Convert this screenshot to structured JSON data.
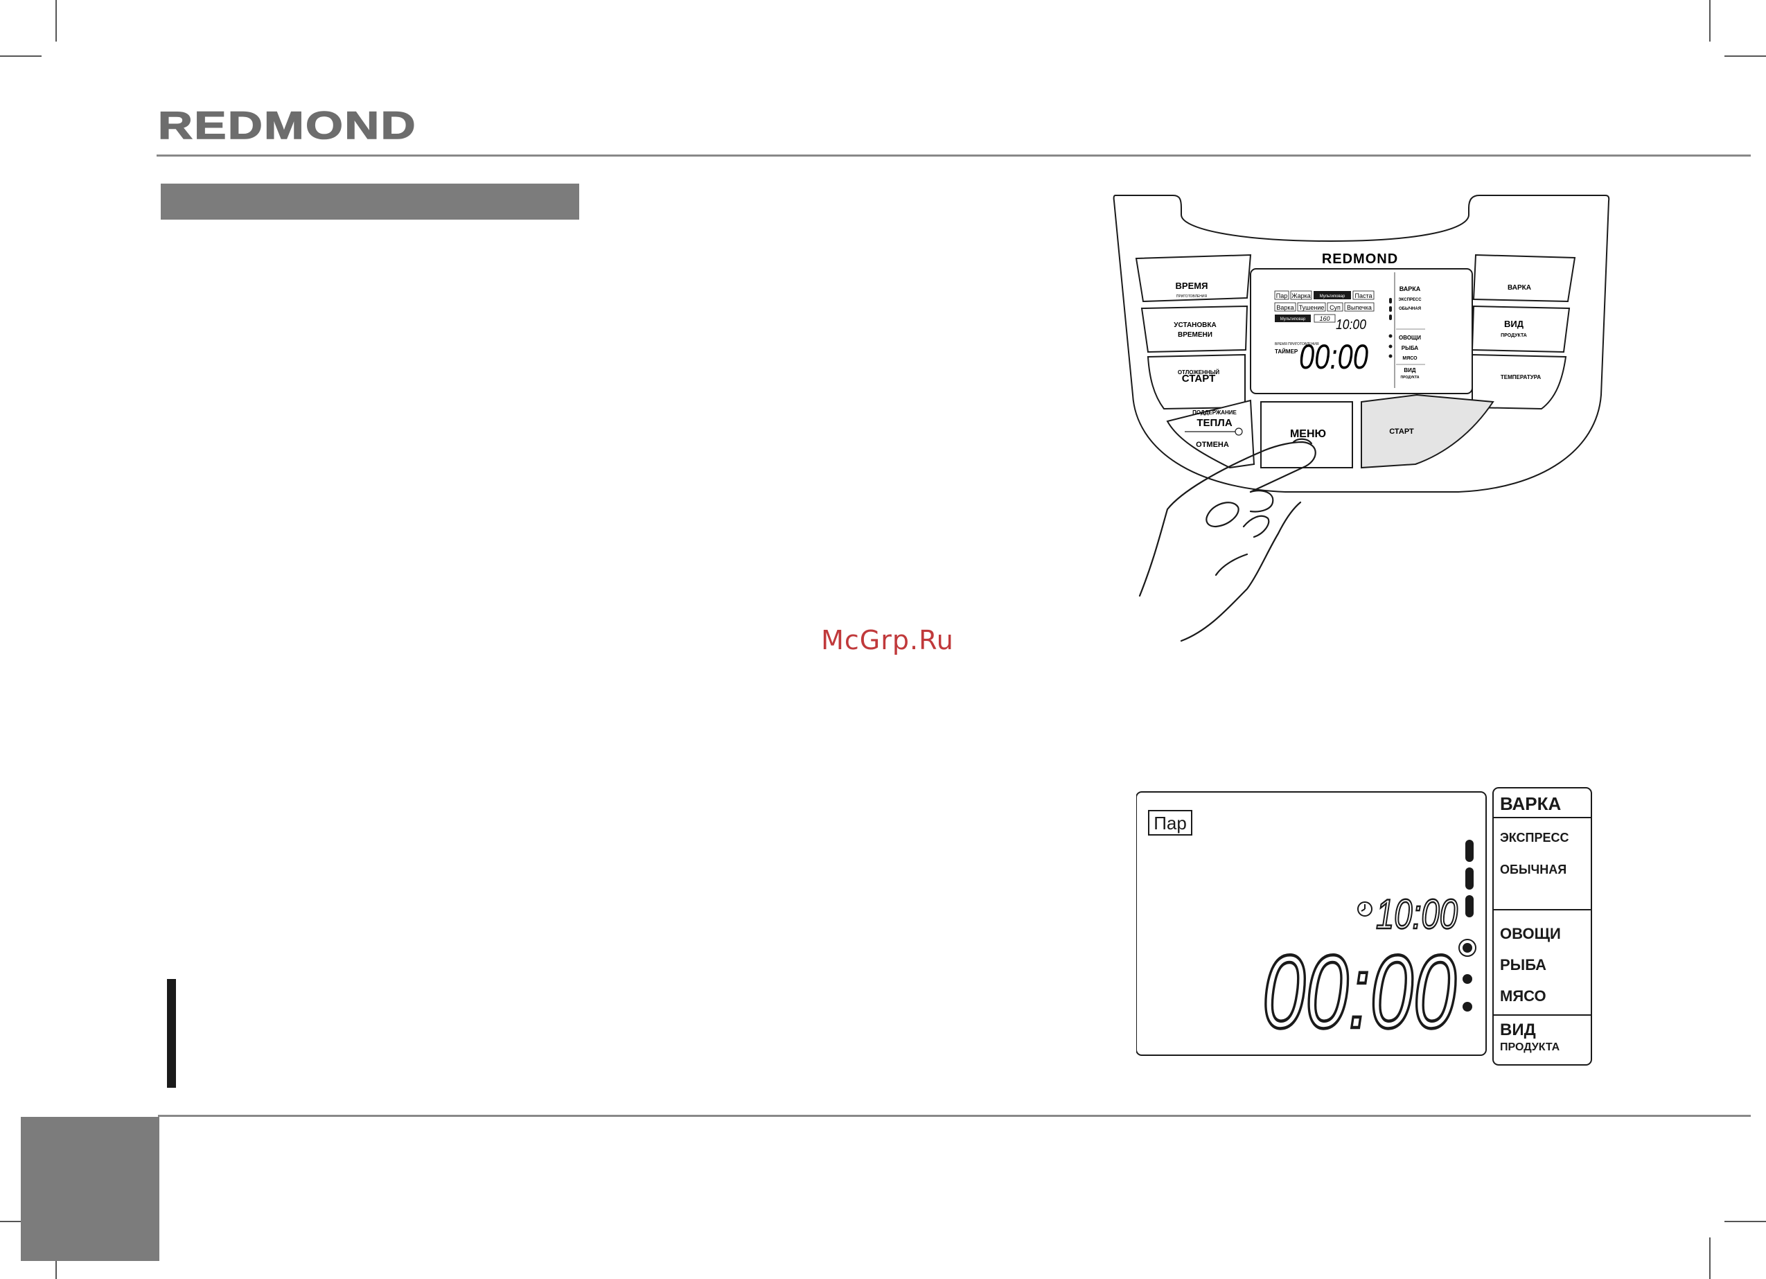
{
  "brand": {
    "logo_text": "REDMOND"
  },
  "watermark": "McGrp.Ru",
  "control_panel": {
    "panel_logo": "REDMOND",
    "left_buttons": [
      {
        "line1": "ВРЕМЯ",
        "line2": "ПРИГОТОВЛЕНИЯ"
      },
      {
        "line1": "УСТАНОВКА",
        "line2": "ВРЕМЕНИ"
      },
      {
        "line1": "ОТЛОЖЕННЫЙ",
        "line2": "СТАРТ"
      }
    ],
    "right_buttons": [
      {
        "line1": "ВАРКА",
        "line2": ""
      },
      {
        "line1": "ВИД",
        "line2": "ПРОДУКТА"
      },
      {
        "line1": "ТЕМПЕРАТУРА",
        "line2": ""
      }
    ],
    "bottom_left_button": {
      "top": "ПОДДЕРЖАНИЕ",
      "main": "ТЕПЛА",
      "bottom": "ОТМЕНА"
    },
    "menu_button": "МЕНЮ",
    "start_button": "СТАРТ",
    "mini_display": {
      "programs_row1": [
        "Пар",
        "Жарка",
        "Мультиповар",
        "Паста"
      ],
      "programs_row2": [
        "Варка",
        "Тушение",
        "Суп",
        "Выпечка"
      ],
      "programs_row3": [
        "Мультиповар",
        "160"
      ],
      "clock": "10:00",
      "time_label_small": "ВРЕМЯ ПРИГОТОВЛЕНИЯ",
      "time_label": "ТАЙМЕР",
      "timer": "00:00",
      "side_labels": [
        "ВАРКА",
        "ЭКСПРЕСС",
        "ОБЫЧНАЯ",
        "ОВОЩИ",
        "РЫБА",
        "МЯСО",
        "ВИД",
        "ПРОДУКТА"
      ]
    }
  },
  "lcd": {
    "program": "Пар",
    "clock": "10:00",
    "timer": "00:00",
    "side_panel": {
      "header": "ВАРКА",
      "modes": [
        "ЭКСПРЕСС",
        "ОБЫЧНАЯ"
      ],
      "products": [
        "ОВОЩИ",
        "РЫБА",
        "МЯСО"
      ],
      "footer_main": "ВИД",
      "footer_sub": "ПРОДУКТА"
    }
  }
}
